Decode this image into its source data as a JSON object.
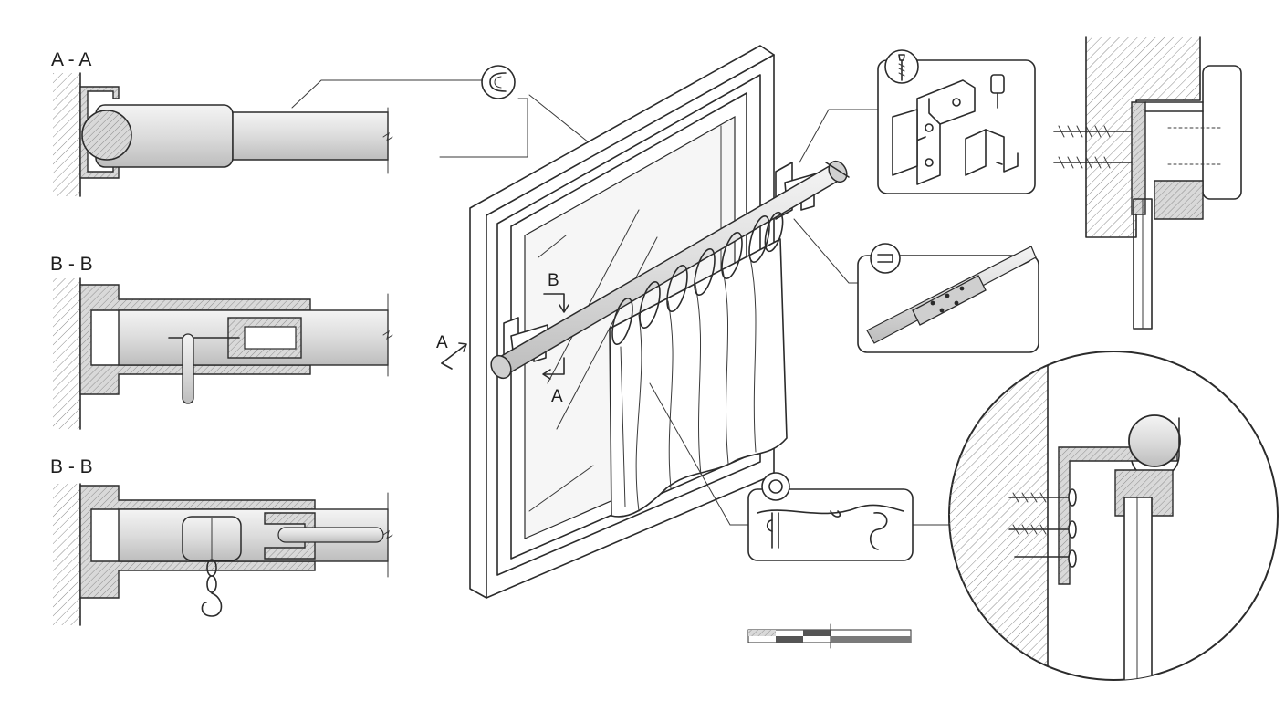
{
  "sections": {
    "aa_title": "A - A",
    "bb1_title": "B - B",
    "bb2_title": "B - B"
  },
  "cut_markers": {
    "a_top": "A",
    "a_bottom": "A",
    "b_top": "B"
  },
  "details": [
    "end-cap-callout",
    "bracket-hardware-callout",
    "rod-connector-callout",
    "curtain-hook-callout",
    "wall-bracket-closeup",
    "circular-bracket-detail"
  ],
  "colors": {
    "ink": "#2b2b2b",
    "hatch": "#8a8a8a",
    "paper": "#ffffff"
  }
}
